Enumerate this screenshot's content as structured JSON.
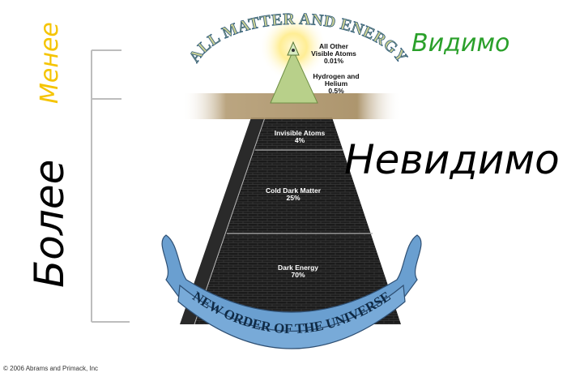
{
  "arc_title": "ALL MATTER AND ENERGY",
  "banner": "NEW ORDER OF THE UNIVERSE",
  "layers": [
    {
      "name": "All Other Visible Atoms",
      "lines": [
        "All Other",
        "Visible Atoms",
        "0.01%"
      ],
      "percent": 0.01
    },
    {
      "name": "Hydrogen and Helium",
      "lines": [
        "Hydrogen and",
        "Helium",
        "0.5%"
      ],
      "percent": 0.5
    },
    {
      "name": "Invisible Atoms",
      "lines": [
        "Invisible Atoms",
        "4%"
      ],
      "percent": 4
    },
    {
      "name": "Cold Dark Matter",
      "lines": [
        "Cold Dark Matter",
        "25%"
      ],
      "percent": 25
    },
    {
      "name": "Dark Energy",
      "lines": [
        "Dark Energy",
        "70%"
      ],
      "percent": 70
    }
  ],
  "annotations": {
    "less": "Менее",
    "more": "Более",
    "visible": "Видимо",
    "invisible": "Невидимо"
  },
  "colors": {
    "less": "#f5c400",
    "visible": "#2aa02a",
    "invisible": "#000000",
    "banner": "#6a9fd0",
    "pyramid": "#1a1a1a"
  },
  "copyright": "© 2006 Abrams and Primack, Inc"
}
